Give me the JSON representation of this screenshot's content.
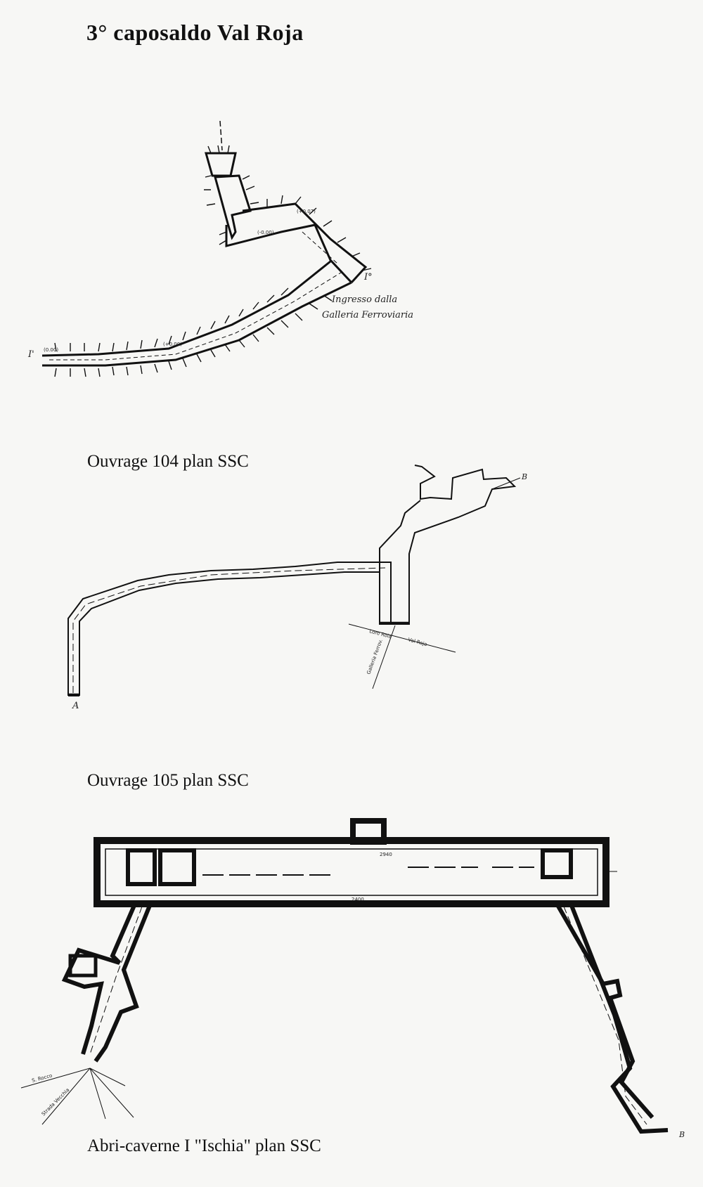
{
  "page": {
    "title": "3° caposaldo Val Roja"
  },
  "plans": [
    {
      "caption": "",
      "labels": {
        "entrance_line1": "Ingresso dalla",
        "entrance_line2": "Galleria Ferroviaria",
        "section_left": "I'",
        "section_right": "I°"
      }
    },
    {
      "caption": "Ouvrage 104 plan  SSC",
      "labels": {
        "point_a": "A",
        "point_b": "B"
      }
    },
    {
      "caption": "Ouvrage 105 plan SSC",
      "labels": {}
    },
    {
      "caption": "Abri-caverne I \"Ischia\" plan SSC",
      "labels": {
        "point_b": "B"
      }
    }
  ]
}
